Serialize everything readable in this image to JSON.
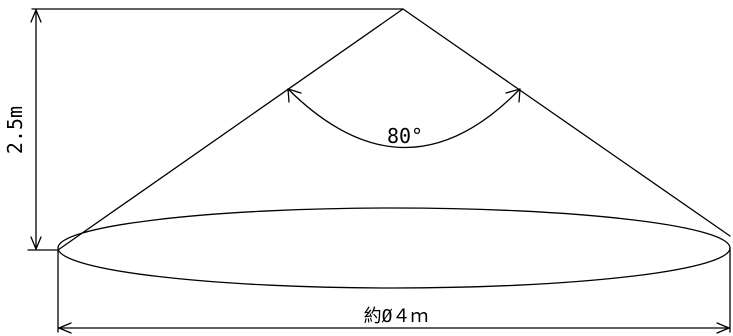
{
  "diagram": {
    "height_label": "2.5m",
    "angle_label": "80°",
    "diameter_label": "約Ø４ｍ"
  },
  "colors": {
    "line": "#000000",
    "background": "#ffffff"
  }
}
